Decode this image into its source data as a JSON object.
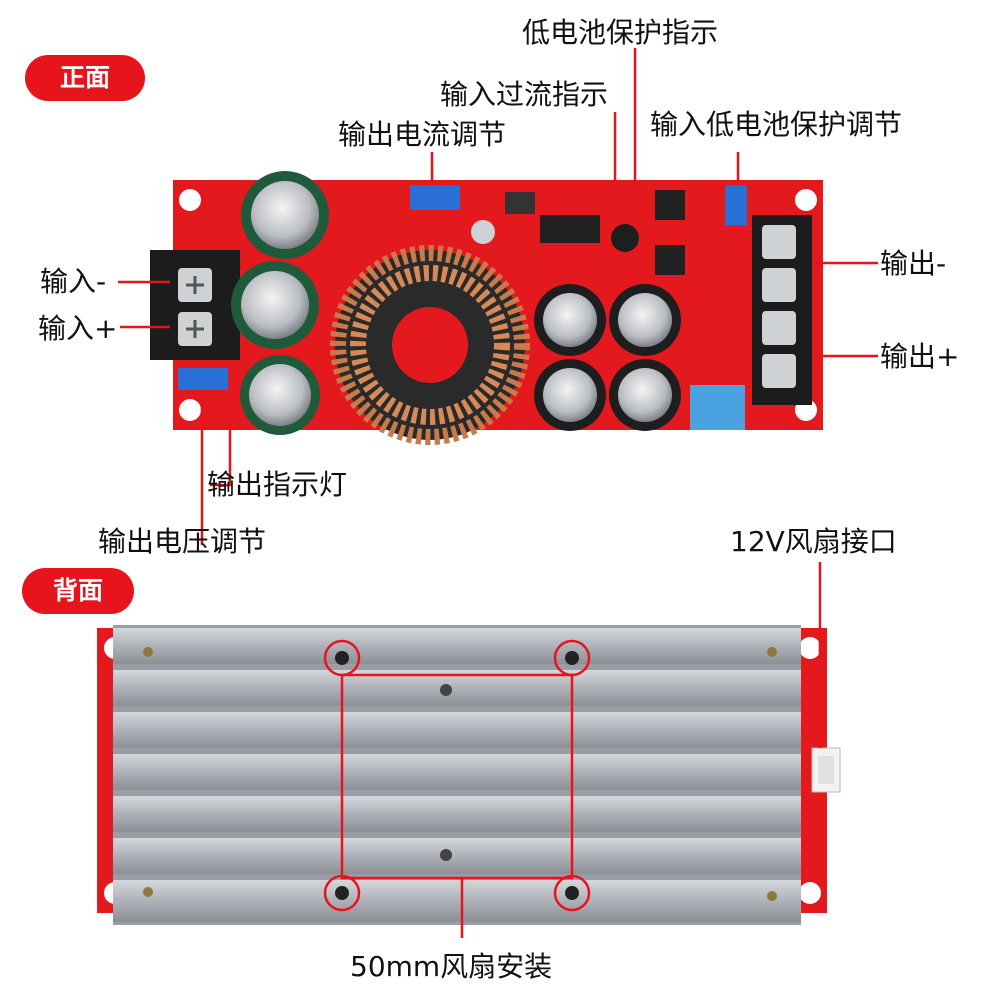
{
  "badges": {
    "front": "正面",
    "back": "背面"
  },
  "labels": {
    "low_batt_indicator": "低电池保护指示",
    "input_overcurrent_indicator": "输入过流指示",
    "output_current_adjust": "输出电流调节",
    "input_low_batt_adjust": "输入低电池保护调节",
    "input_minus": "输入-",
    "input_plus": "输入+",
    "output_minus": "输出-",
    "output_plus": "输出+",
    "output_indicator_led": "输出指示灯",
    "output_voltage_adjust": "输出电压调节",
    "fan_port_12v": "12V风扇接口",
    "fan_mount_50mm": "50mm风扇安装"
  },
  "colors": {
    "accent_red": "#e8141c",
    "pcb_red": "#e3191e",
    "heatsink": "#a9adb3",
    "callout_line": "#e8141c"
  }
}
